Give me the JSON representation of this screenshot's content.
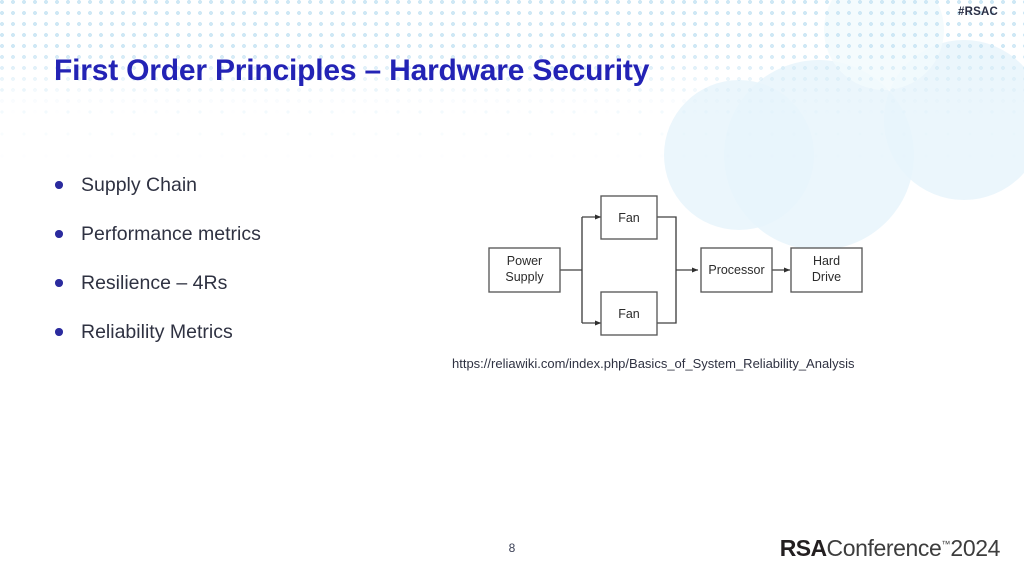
{
  "header": {
    "hashtag": "#RSAC",
    "title": "First Order Principles – Hardware Security"
  },
  "content": {
    "bullets": [
      {
        "label": "Supply Chain"
      },
      {
        "label": "Performance metrics"
      },
      {
        "label": "Resilience – 4Rs"
      },
      {
        "label": "Reliability Metrics"
      }
    ],
    "caption": "https://reliawiki.com/index.php/Basics_of_System_Reliability_Analysis"
  },
  "diagram": {
    "type": "reliability-block-diagram",
    "nodes": [
      {
        "id": "power-supply",
        "label_line1": "Power",
        "label_line2": "Supply"
      },
      {
        "id": "fan-top",
        "label_line1": "Fan",
        "label_line2": ""
      },
      {
        "id": "fan-bottom",
        "label_line1": "Fan",
        "label_line2": ""
      },
      {
        "id": "processor",
        "label_line1": "Processor",
        "label_line2": ""
      },
      {
        "id": "hard-drive",
        "label_line1": "Hard",
        "label_line2": "Drive"
      }
    ],
    "edges": [
      {
        "from": "power-supply",
        "to": "fan-top"
      },
      {
        "from": "power-supply",
        "to": "fan-bottom"
      },
      {
        "from": "fan-top",
        "to": "processor"
      },
      {
        "from": "fan-bottom",
        "to": "processor"
      },
      {
        "from": "processor",
        "to": "hard-drive"
      }
    ],
    "box_stroke": "#595959",
    "box_fill": "#ffffff",
    "line_color": "#404040"
  },
  "footer": {
    "page_number": "8",
    "logo_rsa": "RSA",
    "logo_conference": "Conference",
    "logo_tm": "™",
    "logo_year": "2024"
  },
  "theme": {
    "title_color": "#2323b5",
    "bullet_color": "#2b2b9e",
    "text_color": "#2f3242",
    "dot_pattern_color": "#cfe8f5",
    "blob_color": "#e8f4fb"
  }
}
